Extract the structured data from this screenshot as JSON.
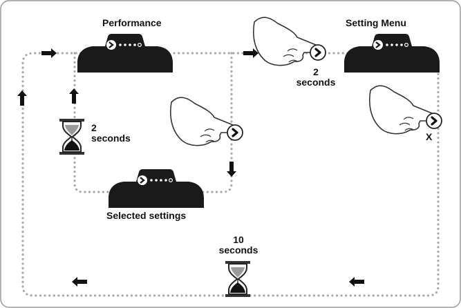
{
  "labels": {
    "performance": "Performance",
    "setting_menu": "Setting Menu",
    "selected_settings": "Selected settings",
    "press_2s_number": "2",
    "press_2s_unit": "seconds",
    "wait_2s_number": "2",
    "wait_2s_unit": "seconds",
    "wait_10s_number": "10",
    "wait_10s_unit": "seconds",
    "exit_mark": "X"
  },
  "colors": {
    "frame_border": "#9a9a9a",
    "dotted_path": "#a9a9a9",
    "device_body": "#1a1a1a",
    "arrow": "#111111",
    "hand_outline": "#333333"
  },
  "icons": {
    "device": "remote-control-device-icon",
    "hand": "pointing-hand-icon",
    "timer": "hourglass-icon",
    "button": "chevron-right-button-icon"
  },
  "device_indicator_dots": {
    "performance": 5,
    "setting_menu": 5,
    "selected_settings": 5
  }
}
